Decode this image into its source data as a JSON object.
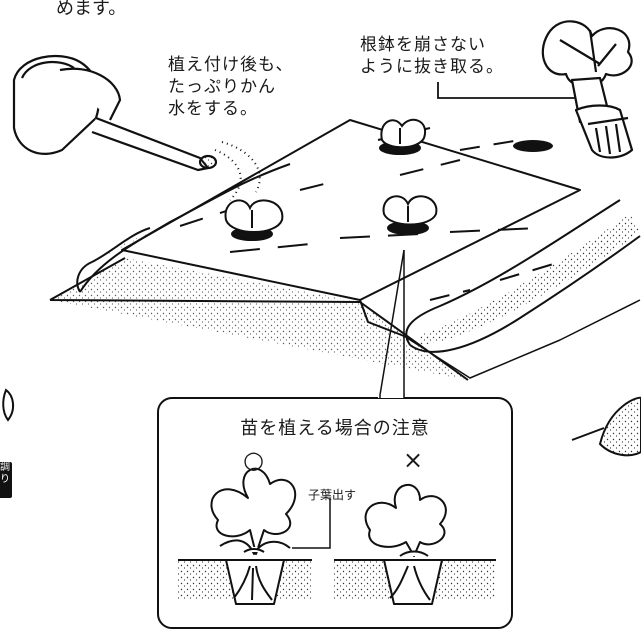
{
  "top_fragment": "めます。",
  "captions": {
    "watering": "植え付け後も、\nたっぷりかん\n水をする。",
    "removing": "根鉢を崩さない\nように抜き取る。"
  },
  "callout": {
    "title": "苗を植える場合の注意",
    "good_mark": "○",
    "bad_mark": "×",
    "cotyledon_label": "子葉出す"
  },
  "side_tag": "調\nり",
  "colors": {
    "ink": "#111111",
    "paper": "#ffffff"
  }
}
